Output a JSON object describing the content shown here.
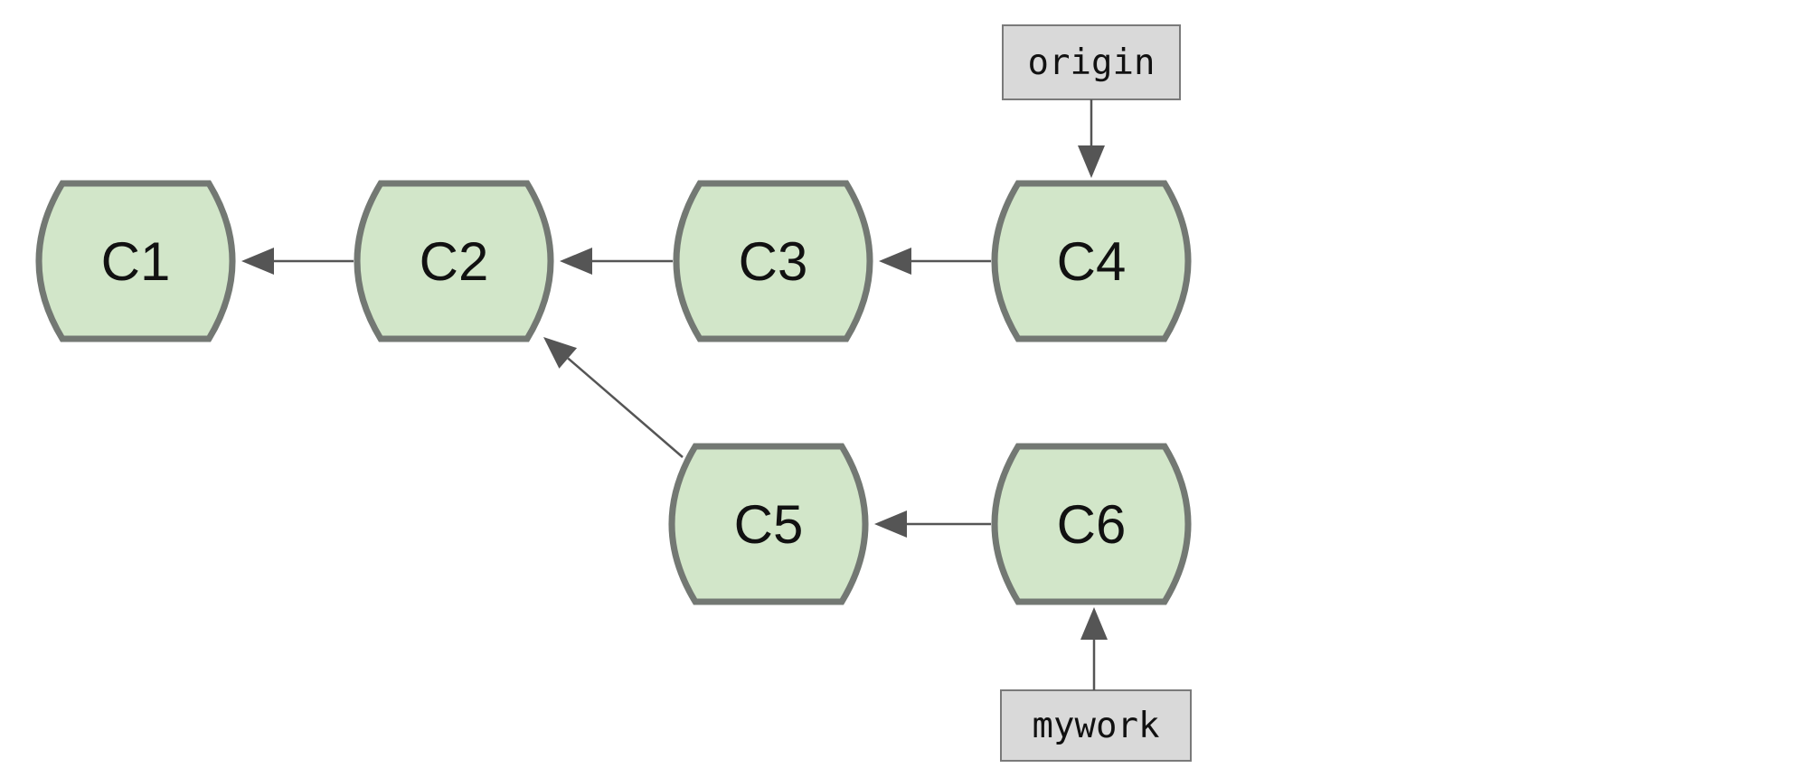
{
  "colors": {
    "commit_fill": "#d2e6c9",
    "commit_stroke": "#737873",
    "ref_fill": "#d9d9d9",
    "ref_stroke": "#7a7a7a",
    "arrow": "#555555"
  },
  "commits": [
    {
      "id": "C1",
      "label": "C1"
    },
    {
      "id": "C2",
      "label": "C2"
    },
    {
      "id": "C3",
      "label": "C3"
    },
    {
      "id": "C4",
      "label": "C4"
    },
    {
      "id": "C5",
      "label": "C5"
    },
    {
      "id": "C6",
      "label": "C6"
    }
  ],
  "refs": [
    {
      "id": "origin",
      "label": "origin",
      "points_to": "C4"
    },
    {
      "id": "mywork",
      "label": "mywork",
      "points_to": "C6"
    }
  ],
  "edges": [
    {
      "from": "C2",
      "to": "C1"
    },
    {
      "from": "C3",
      "to": "C2"
    },
    {
      "from": "C4",
      "to": "C3"
    },
    {
      "from": "C5",
      "to": "C2"
    },
    {
      "from": "C6",
      "to": "C5"
    }
  ]
}
